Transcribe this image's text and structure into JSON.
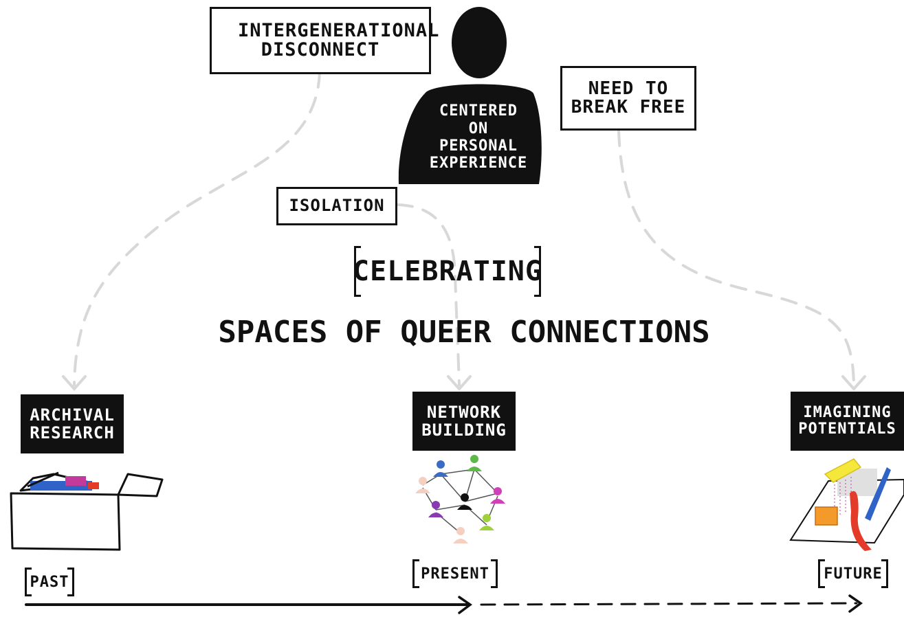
{
  "figure": {
    "person_label": "Centered on personal experience",
    "issues": {
      "intergenerational": "Intergenerational disconnect",
      "isolation": "Isolation",
      "break_free": "Need to break free"
    },
    "heading": {
      "bracketed": "Celebrating",
      "main": "Spaces of queer connections"
    },
    "stages": {
      "archival": "Archival research",
      "network": "Network building",
      "imagining": "Imagining potentials"
    },
    "timeline": {
      "past": "Past",
      "present": "Present",
      "future": "Future"
    }
  },
  "colors": {
    "ink": "#111111",
    "dashed_path": "#d8d8d8",
    "person_blue": "#3b6cc4",
    "person_green": "#5db94a",
    "person_pink": "#d040b8",
    "person_purple": "#8a3ab0",
    "person_peach": "#f5cfc0",
    "person_lime": "#9fd13a",
    "accent_yellow": "#f5e83a",
    "accent_orange": "#f39a2a",
    "accent_red": "#e33a2a",
    "accent_blue": "#2f63c8",
    "accent_magenta": "#c23a9a"
  }
}
